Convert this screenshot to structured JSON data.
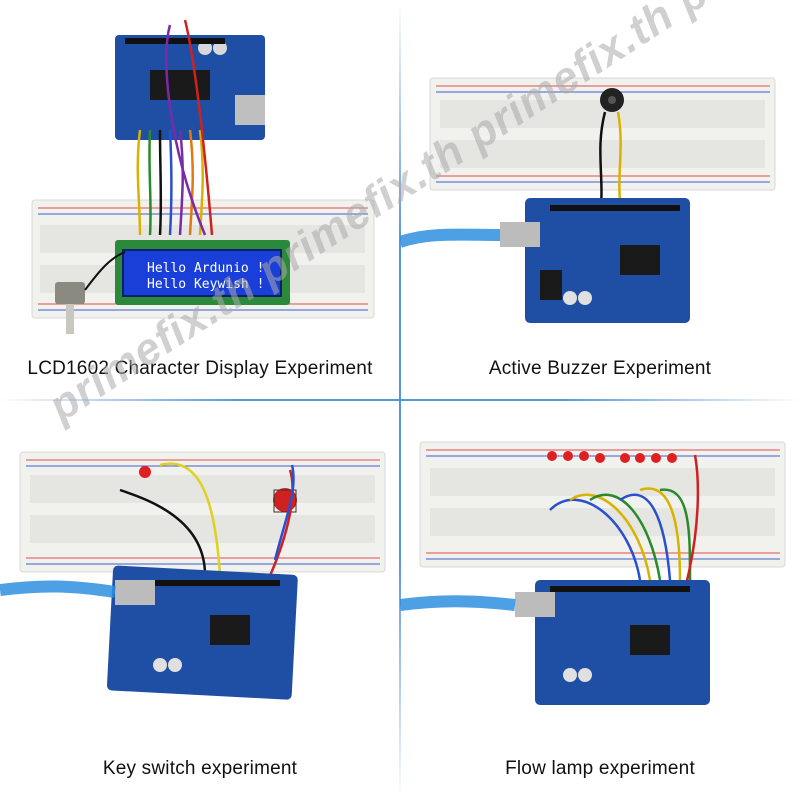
{
  "panels": [
    {
      "caption": "LCD1602 Character Display Experiment",
      "lcd_line1": "Hello Ardunio !",
      "lcd_line2": "Hello Keywish !"
    },
    {
      "caption": "Active Buzzer Experiment"
    },
    {
      "caption": "Key switch experiment"
    },
    {
      "caption": "Flow lamp experiment"
    }
  ],
  "watermark": "primefix.th primefix.th primefix.th primefix.th",
  "colors": {
    "board": "#1f4fa5",
    "breadboard": "#f1f1ee",
    "usb_cable": "#2f8fe0",
    "lcd": "#1a3fd8",
    "led": "#e02020"
  }
}
